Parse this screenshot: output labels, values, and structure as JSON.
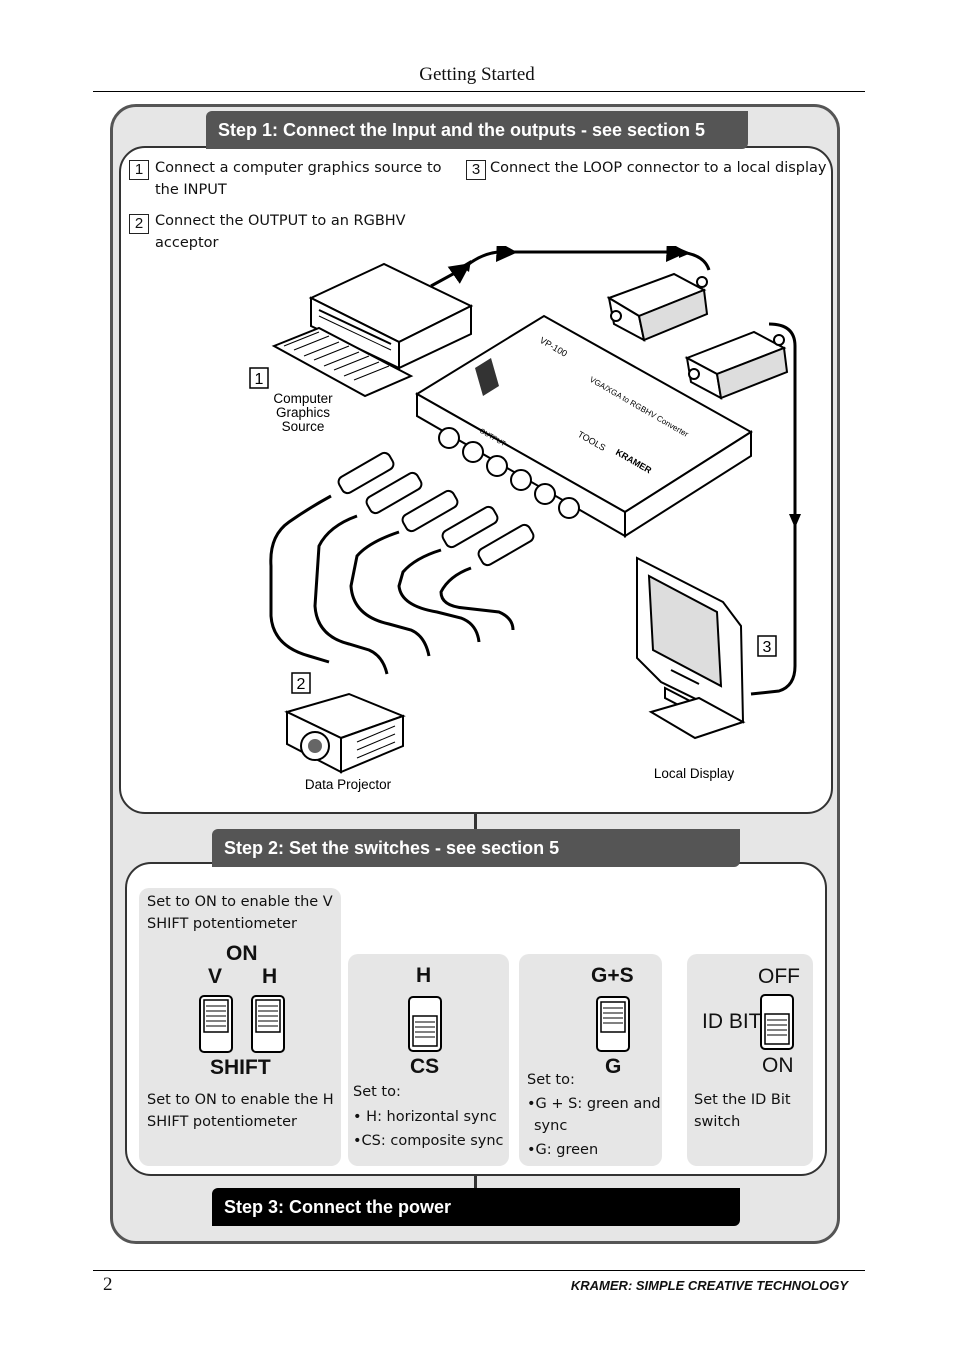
{
  "header": {
    "title": "Getting Started"
  },
  "footer": {
    "page_number": "2",
    "brand": "KRAMER:  SIMPLE CREATIVE TECHNOLOGY"
  },
  "step1": {
    "title": "Step 1: Connect the Input and the outputs - see section 5",
    "items": [
      {
        "num": "1",
        "line1": "Connect a computer graphics source to",
        "line2": "the INPUT"
      },
      {
        "num": "2",
        "line1": "Connect the OUTPUT to an RGBHV",
        "line2": "acceptor"
      },
      {
        "num": "3",
        "line1": "Connect the LOOP connector to a local display"
      }
    ],
    "diagram": {
      "source_num": "1",
      "source_label": [
        "Computer",
        "Graphics",
        "Source"
      ],
      "projector_num": "2",
      "projector_label": "Data Projector",
      "display_num": "3",
      "display_label": "Local Display",
      "device_model": "VP-100",
      "device_name": "VGA/XGA to RGBHV Converter",
      "device_brand": "KRAMER",
      "device_series": "TOOLS",
      "output_label": "OUTPUT"
    }
  },
  "step2": {
    "title": "Step 2: Set the switches  - see section 5",
    "shift_card": {
      "top_note_1": "Set to ON to enable the V",
      "top_note_2": "SHIFT potentiometer",
      "on_label": "ON",
      "v_label": "V",
      "h_label": "H",
      "shift_label": "SHIFT",
      "bottom_note_1": "Set to ON to enable the H",
      "bottom_note_2": "SHIFT potentiometer"
    },
    "sync_card": {
      "top_label": "H",
      "bottom_label": "CS",
      "note_title": "Set to:",
      "note_1": "• H: horizontal sync",
      "note_2": "•CS: composite sync"
    },
    "color_card": {
      "top_label": "G+S",
      "bottom_label": "G",
      "note_title": "Set to:",
      "note_1": "•G + S: green and",
      "note_1b": "sync",
      "note_2": "•G: green"
    },
    "idbit_card": {
      "off_label": "OFF",
      "side_label": "ID BIT",
      "on_label": "ON",
      "note_1": "Set the ID Bit",
      "note_2": "switch"
    }
  },
  "step3": {
    "title": "Step 3: Connect the power"
  }
}
